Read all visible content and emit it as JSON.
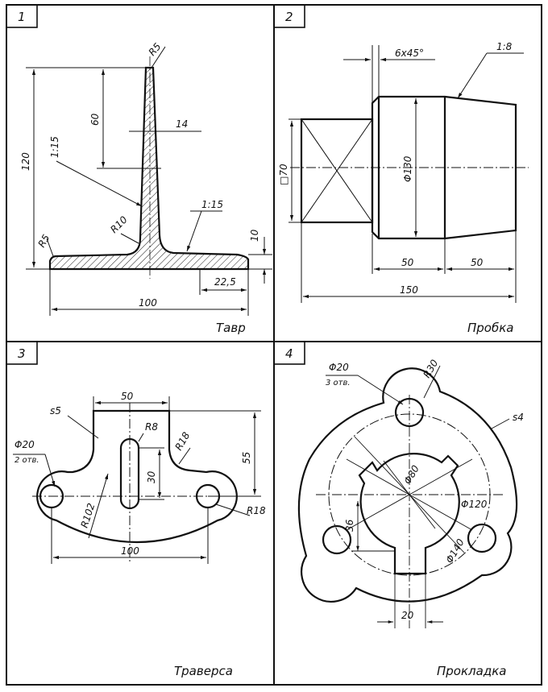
{
  "panels": [
    {
      "number": "1",
      "title": "Тавр",
      "dims": {
        "height": "120",
        "stem": "60",
        "thickness": "14",
        "taper_left": "1:15",
        "taper_right": "1:15",
        "r_top": "R5",
        "r_fillet": "R10",
        "r_left": "R5",
        "flange": "10",
        "right_part": "22,5",
        "width": "100"
      }
    },
    {
      "number": "2",
      "title": "Пробка",
      "dims": {
        "chamfer": "6x45°",
        "taper": "1:8",
        "square": "□70",
        "diameter": "Φ130",
        "len_a": "50",
        "len_b": "50",
        "total": "150"
      }
    },
    {
      "number": "3",
      "title": "Траверса",
      "dims": {
        "thickness": "s5",
        "top_width": "50",
        "hole_diam": "Φ20",
        "hole_count": "2 отв.",
        "slot_radius": "R8",
        "slot_length": "30",
        "corner_radius": "R18",
        "height": "55",
        "arc_radius": "R102",
        "end_radius": "R18",
        "hole_spacing": "100"
      }
    },
    {
      "number": "4",
      "title": "Прокладка",
      "dims": {
        "hole_diam": "Φ20",
        "hole_count": "3 отв.",
        "lobe_radius": "R30",
        "thickness": "s4",
        "bore": "Φ80",
        "pitch_diam": "Φ120",
        "outer_diam": "Φ140",
        "key_depth": "36",
        "key_width": "20"
      }
    }
  ]
}
